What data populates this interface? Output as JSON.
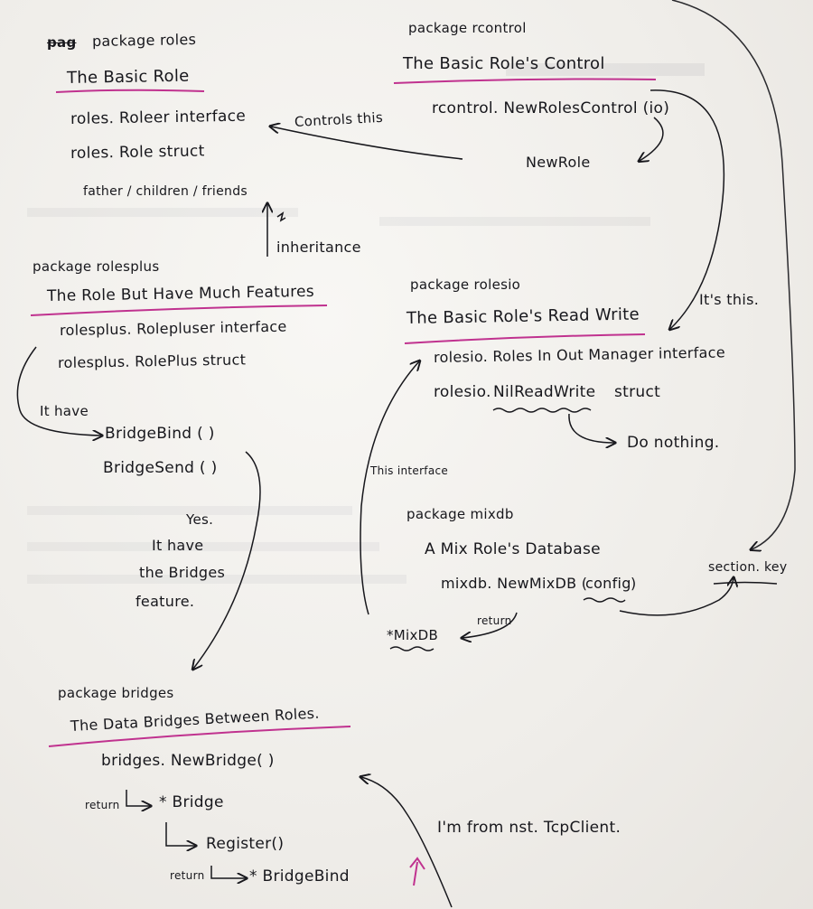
{
  "colors": {
    "ink": "#17171c",
    "pencil": "#2a2a2e",
    "highlight": "#c0328f",
    "paper": "#f3f1ee"
  },
  "roles": {
    "scratch": "pag",
    "package": "package roles",
    "title": "The Basic Role",
    "line1": "roles. Roleer interface",
    "line2": "roles. Role struct",
    "line3": "father / children / friends"
  },
  "inheritance": {
    "label": "inheritance"
  },
  "rolesplus": {
    "package": "package rolesplus",
    "title": "The Role But Have Much Features",
    "line1": "rolesplus. Rolepluser interface",
    "line2": "rolesplus. RolePlus struct",
    "it_have": "It have",
    "bridge_bind": "BridgeBind ( )",
    "bridge_send": "BridgeSend ( )",
    "note_yes": "Yes.",
    "note_it_have": "It have",
    "note_the_bridges": "the Bridges",
    "note_feature": "feature."
  },
  "rcontrol": {
    "package": "package rcontrol",
    "title": "The Basic Role's Control",
    "line1": "rcontrol. NewRolesControl (io)",
    "new_role": "NewRole",
    "controls_this": "Controls this"
  },
  "rolesio": {
    "package": "package rolesio",
    "title": "The Basic Role's Read Write",
    "line1": "rolesio. Roles In Out Manager interface",
    "line2_prefix": "rolesio.",
    "line2_name": "NilReadWrite",
    "line2_suffix": "struct",
    "do_nothing": "Do nothing.",
    "its_this": "It's this.",
    "this_interface": "This interface"
  },
  "mixdb": {
    "package": "package mixdb",
    "title": "A Mix Role's Database",
    "line1_prefix": "mixdb. NewMixDB (",
    "line1_param": "config",
    "line1_suffix": ")",
    "return_label": "return",
    "mixdb_ptr": "*MixDB",
    "section_key": "section. key"
  },
  "bridges": {
    "package": "package bridges",
    "title": "The Data Bridges Between Roles.",
    "line1": "bridges. NewBridge( )",
    "return1": "return",
    "ret_bridge": "* Bridge",
    "register": "Register()",
    "return2": "return",
    "ret_bridge_bind": "* BridgeBind",
    "from_note": "I'm from nst. TcpClient."
  }
}
